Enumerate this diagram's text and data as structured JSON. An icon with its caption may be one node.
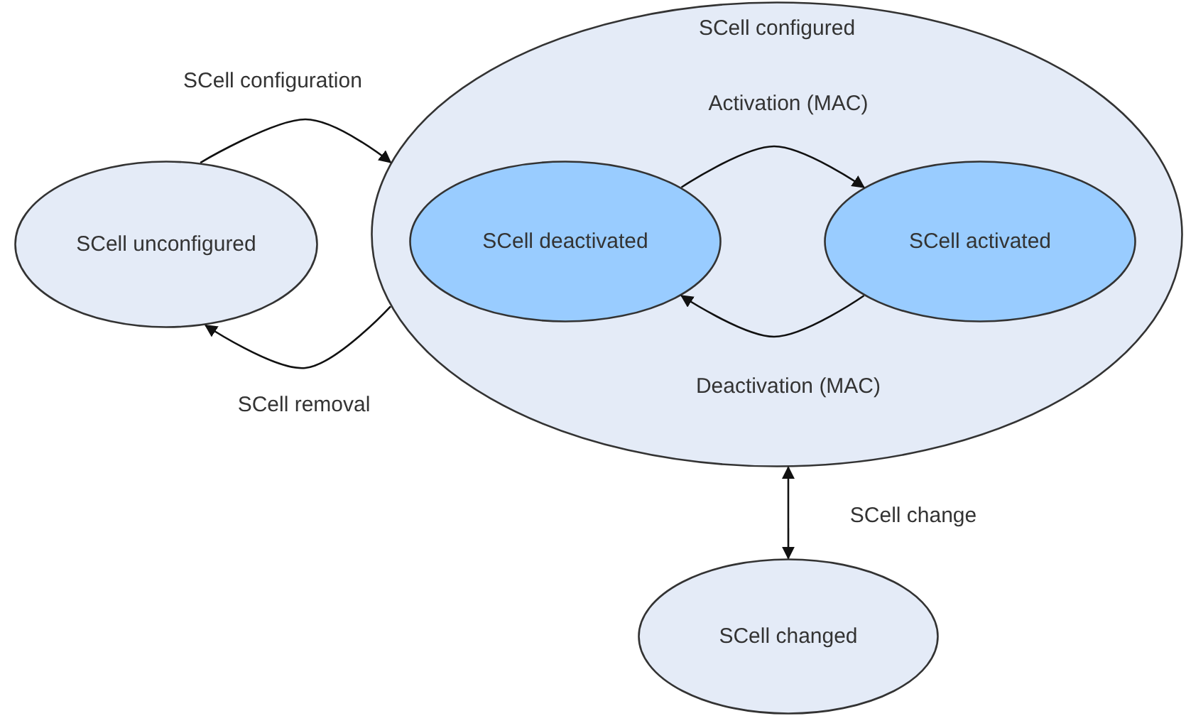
{
  "diagram": {
    "nodes": [
      {
        "text": [
          "SCell unconfigured"
        ]
      },
      {
        "text": [
          "SCell configured"
        ]
      },
      {
        "text": [
          "SCell deactivated"
        ],
        "in": 1
      },
      {
        "text": [
          "SCell activated"
        ],
        "in": 1
      },
      {
        "text": [
          "SCell changed"
        ]
      }
    ],
    "edges": [
      {
        "from": 0,
        "to": 1,
        "arrow": "to",
        "label": "SCell configuration"
      },
      {
        "from": 1,
        "to": 0,
        "arrow": "to",
        "label": "SCell removal"
      },
      {
        "from": 2,
        "to": 3,
        "arrow": "to",
        "label": "Activation (MAC)"
      },
      {
        "from": 3,
        "to": 2,
        "arrow": "to",
        "label": "Deactivation (MAC)"
      },
      {
        "from": 1,
        "to": 4,
        "arrow": "both",
        "label": "SCell change"
      }
    ]
  }
}
